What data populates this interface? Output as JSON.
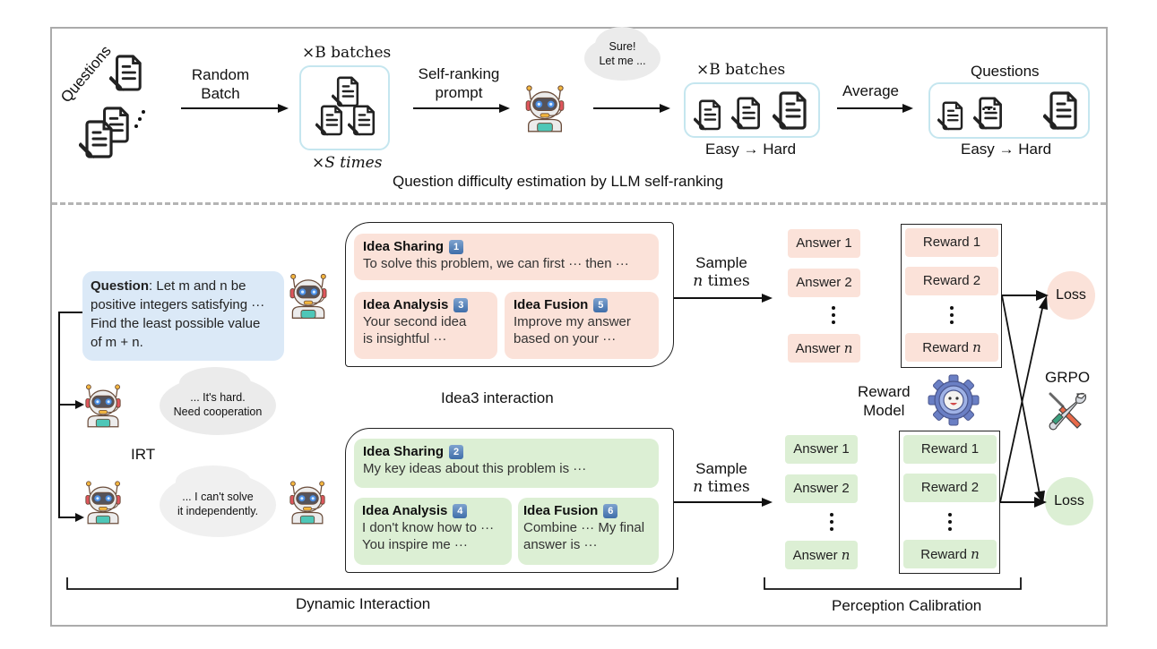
{
  "top_section": {
    "questions_label": "Questions",
    "random_batch_label": [
      "Random",
      "Batch"
    ],
    "batches_label_1": "×B batches",
    "times_label": "×S times",
    "self_ranking_label": [
      "Self-ranking",
      "prompt"
    ],
    "speech_bubble": [
      "Sure!",
      "Let me ..."
    ],
    "batches_label_2": "×B batches",
    "easy_hard_1": "Easy → Hard",
    "average_label": "Average",
    "questions_label_2": "Questions",
    "easy_hard_2": "Easy → Hard",
    "caption": "Question difficulty estimation by LLM self-ranking",
    "ellipsis": "···"
  },
  "question_box": {
    "bold": "Question",
    "lines": [
      ": Let m and n be",
      "positive integers satisfying ···",
      "Find the least possible value",
      "of m + n."
    ]
  },
  "clouds": {
    "hard": [
      "... It's hard.",
      "Need cooperation"
    ],
    "cant": [
      "... I can't solve",
      "it independently."
    ]
  },
  "irt_label": "IRT",
  "idea3_label": "Idea3 interaction",
  "interaction_top": {
    "sharing": {
      "title": "Idea Sharing",
      "num": "1",
      "text": "To solve this problem, we can first ··· then ···"
    },
    "analysis": {
      "title": "Idea Analysis",
      "num": "3",
      "text": [
        "Your second idea",
        "is insightful ···"
      ]
    },
    "fusion": {
      "title": "Idea Fusion",
      "num": "5",
      "text": [
        "Improve my answer",
        "based on your ···"
      ]
    }
  },
  "interaction_bottom": {
    "sharing": {
      "title": "Idea Sharing",
      "num": "2",
      "text": "My key ideas about this problem is ···"
    },
    "analysis": {
      "title": "Idea Analysis",
      "num": "4",
      "text": [
        "I don't know how to ···",
        "You inspire me ···"
      ]
    },
    "fusion": {
      "title": "Idea Fusion",
      "num": "6",
      "text": [
        "Combine ··· My final",
        "answer is ···"
      ]
    }
  },
  "sample_label": [
    "Sample",
    "n times"
  ],
  "answers": [
    "Answer 1",
    "Answer 2",
    "Answer n"
  ],
  "rewards": [
    "Reward 1",
    "Reward 2",
    "Reward n"
  ],
  "reward_model_label": [
    "Reward",
    "Model"
  ],
  "grpo_label": "GRPO",
  "loss_label": "Loss",
  "bottom_labels": {
    "dynamic": "Dynamic Interaction",
    "perception": "Perception Calibration"
  },
  "colors": {
    "pink": "#fbe2d9",
    "green": "#dcefd4",
    "question_blue": "#dbe9f7",
    "batch_border": "#c5e6ef",
    "badge_blue": "#4f7cb3"
  }
}
